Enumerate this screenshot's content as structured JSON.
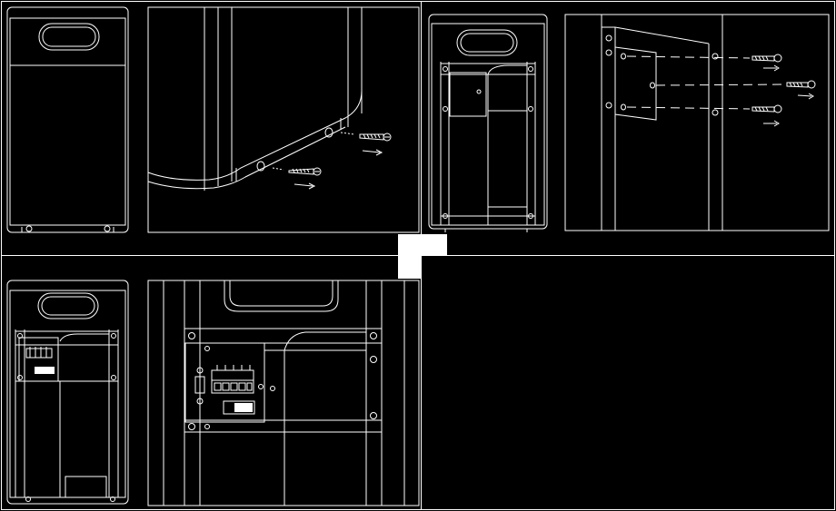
{
  "drawing": {
    "background": "#000000",
    "line_color": "#ffffff"
  },
  "panels": [
    {
      "id": "unit-front-closed"
    },
    {
      "id": "cover-screw-removal-detail"
    },
    {
      "id": "unit-front-cover-removed"
    },
    {
      "id": "bracket-screw-exploded-detail"
    },
    {
      "id": "unit-front-terminal-block"
    },
    {
      "id": "terminal-block-detail"
    }
  ]
}
